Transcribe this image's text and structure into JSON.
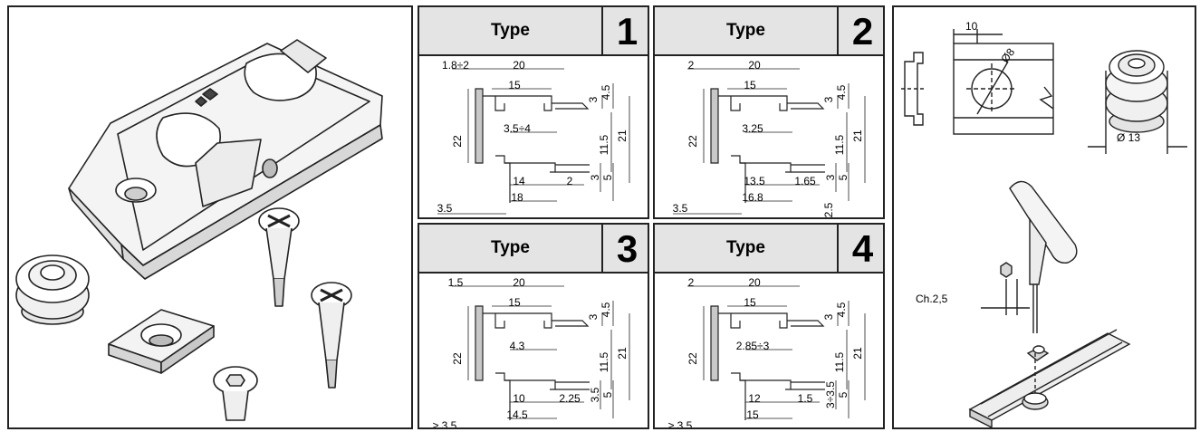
{
  "types": [
    {
      "label": "Type",
      "number": "1",
      "dims": {
        "top_gap": "1.8÷2",
        "top_width": "20",
        "inner_width": "15",
        "mid_gap": "3.5÷4",
        "h_total": "22",
        "h_top": "3",
        "h_top2": "4.5",
        "h_mid": "11.5",
        "h_right": "21",
        "h_bot": "3",
        "h_bot2": "5",
        "bottom_width": "14",
        "bottom_gap": "2",
        "bottom_total": "18",
        "base_gap": "3.5"
      }
    },
    {
      "label": "Type",
      "number": "2",
      "dims": {
        "top_gap": "2",
        "top_width": "20",
        "inner_width": "15",
        "mid_gap": "3.25",
        "h_total": "22",
        "h_top": "3",
        "h_top2": "4.5",
        "h_mid": "11.5",
        "h_right": "21",
        "h_bot": "3",
        "h_bot2": "5",
        "bottom_width": "13.5",
        "bottom_gap": "1.65",
        "bottom_total": "16.8",
        "base_gap": "3.5",
        "h_base": "2.5"
      }
    },
    {
      "label": "Type",
      "number": "3",
      "dims": {
        "top_gap": "1.5",
        "top_width": "20",
        "inner_width": "15",
        "mid_gap": "4.3",
        "h_total": "22",
        "h_top": "3",
        "h_top2": "4.5",
        "h_mid": "11.5",
        "h_right": "21",
        "h_bot": "3.5",
        "h_bot2": "5",
        "bottom_width": "10",
        "bottom_gap": "2.25",
        "bottom_total": "14.5",
        "base_gap": "≥ 3.5"
      }
    },
    {
      "label": "Type",
      "number": "4",
      "dims": {
        "top_gap": "2",
        "top_width": "20",
        "inner_width": "15",
        "mid_gap": "2.85÷3",
        "h_total": "22",
        "h_top": "3",
        "h_top2": "4.5",
        "h_mid": "11.5",
        "h_right": "21",
        "h_bot": "3÷3.5",
        "h_bot2": "5",
        "bottom_width": "12",
        "bottom_gap": "1.5",
        "bottom_total": "15",
        "base_gap": "≥ 3.5"
      }
    }
  ],
  "right": {
    "slot_width": "10",
    "hole_dia": "Ø8",
    "roller_dia": "Ø 13",
    "hex_key": "Ch.2,5"
  }
}
